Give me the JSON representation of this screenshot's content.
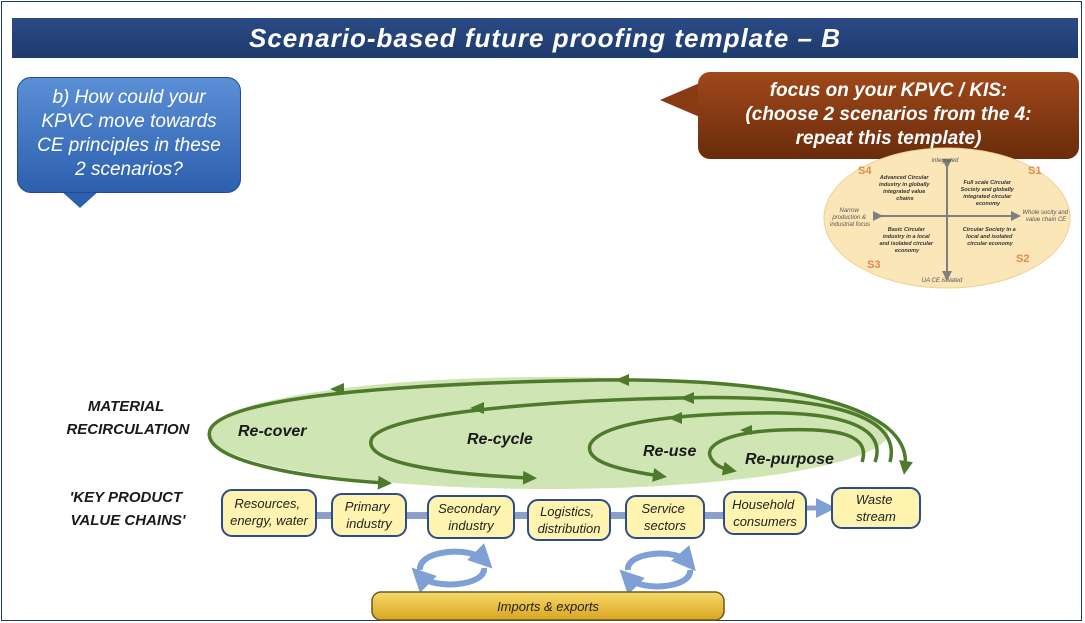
{
  "title": "Scenario-based future proofing template – B",
  "question_callout": {
    "lines": [
      "b) How could your",
      "KPVC move towards",
      "CE principles in these",
      "2 scenarios?"
    ]
  },
  "focus_callout": {
    "lines": [
      "focus on your KPVC / KIS:",
      "(choose 2 scenarios from the 4:",
      "repeat this template)"
    ]
  },
  "scenario_matrix": {
    "axis_top": "integrated",
    "axis_bottom": "UA CE isolated",
    "axis_left": [
      "Narrow",
      "production &",
      "industrial focus"
    ],
    "axis_right": [
      "Whole socity and",
      "value chain CE"
    ],
    "quadrants": [
      {
        "code": "S4",
        "lines": [
          "Advanced Circular",
          "industry in globally",
          "integrated value",
          "chains"
        ]
      },
      {
        "code": "S1",
        "lines": [
          "Full scale Circular",
          "Society and globally",
          "integrated circular",
          "economy"
        ]
      },
      {
        "code": "S3",
        "lines": [
          "Basic Circular",
          "industry in a local",
          "and isolated circular",
          "economy"
        ]
      },
      {
        "code": "S2",
        "lines": [
          "Circular Society in a",
          "local and isolated",
          "circular economy"
        ]
      }
    ]
  },
  "recirculation": {
    "label_lines": [
      "MATERIAL",
      "RECIRCULATION"
    ],
    "loops": [
      "Re-cover",
      "Re-cycle",
      "Re-use",
      "Re-purpose"
    ]
  },
  "value_chain": {
    "label_lines": [
      "'KEY PRODUCT",
      "VALUE CHAINS'"
    ],
    "stages": [
      [
        "Resources,",
        "energy, water"
      ],
      [
        "Primary",
        "industry"
      ],
      [
        "Secondary",
        "industry"
      ],
      [
        "Logistics,",
        "distribution"
      ],
      [
        "Service",
        "sectors"
      ],
      [
        "Household",
        "consumers"
      ],
      [
        "Waste",
        "stream"
      ]
    ]
  },
  "imports_exports": "Imports & exports",
  "colors": {
    "title_bg": "#1e3a6e",
    "question_bg": "#2c5fae",
    "focus_bg": "#7a320f",
    "ellipse_fill": "#cfe5b4",
    "loop_stroke": "#4e7a2c",
    "stage_fill": "#fff3b0",
    "stage_stroke": "#2e4b8a",
    "connector": "#8aa0c9",
    "matrix_fill": "#fbe6b8",
    "scenario_code": "#e08a4c",
    "imports_fill": "#f0c43a"
  }
}
